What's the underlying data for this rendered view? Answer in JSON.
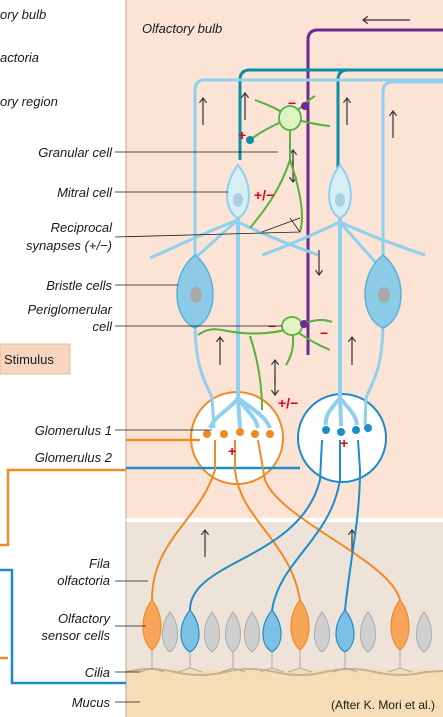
{
  "labels": {
    "cut_top_1": "ory bulb",
    "cut_top_2": "actoria",
    "cut_top_3": "ory region",
    "panel_title": "Olfactory bulb",
    "granular_cell": "Granular cell",
    "mitral_cell": "Mitral cell",
    "reciprocal_line1": "Reciprocal",
    "reciprocal_line2": "synapses (+/−)",
    "bristle_cells": "Bristle cells",
    "periglomerular_line1": "Periglomerular",
    "periglomerular_line2": "cell",
    "stimulus": "Stimulus",
    "glomerulus_1": "Glomerulus 1",
    "glomerulus_2": "Glomerulus 2",
    "fila_line1": "Fila",
    "fila_line2": "olfactoria",
    "sensor_line1": "Olfactory",
    "sensor_line2": "sensor cells",
    "cilia": "Cilia",
    "mucus": "Mucus",
    "credit": "(After K. Mori et al.)"
  },
  "signs": {
    "plus": "+",
    "minus": "−",
    "plus_minus": "+/−"
  },
  "colors": {
    "bulb_bg": "#fbe3d5",
    "epithelium_bg": "#eee3d9",
    "mucus_bg": "#f5deb5",
    "mitral_cell": "#d7eef6",
    "bristle_cell": "#8ccbe8",
    "interneuron": "#dff3c4",
    "interneuron_edge": "#57b13e",
    "orange_axon": "#f08a24",
    "blue_axon": "#1d8cc8",
    "teal_axon": "#0a8fa4",
    "purple_axon": "#6a2c91",
    "light_blue_axon": "#8fd0ee",
    "sign_red": "#e0001a"
  }
}
